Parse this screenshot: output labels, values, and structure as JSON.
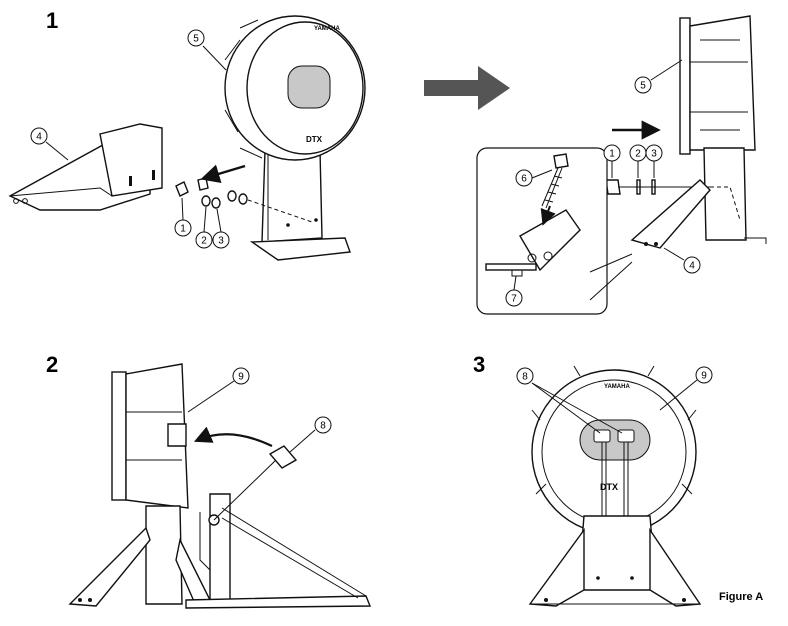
{
  "steps": [
    "1",
    "2",
    "3"
  ],
  "figure_caption": "Figure A",
  "callouts": {
    "c1": "1",
    "c2": "2",
    "c3": "3",
    "c4": "4",
    "c5": "5",
    "c6": "6",
    "c7": "7",
    "c8": "8",
    "c9": "9"
  },
  "pad_labels": {
    "brand": "YAMAHA",
    "model": "DTX"
  },
  "icons": {
    "main_arrow": "right-arrow-icon",
    "direction_arrow": "direction-arrow-icon",
    "beater_arrow": "curved-arrow-icon"
  },
  "colors": {
    "line": "#111111",
    "arrow_fill": "#555555",
    "pad_center": "#c8c8c8"
  }
}
